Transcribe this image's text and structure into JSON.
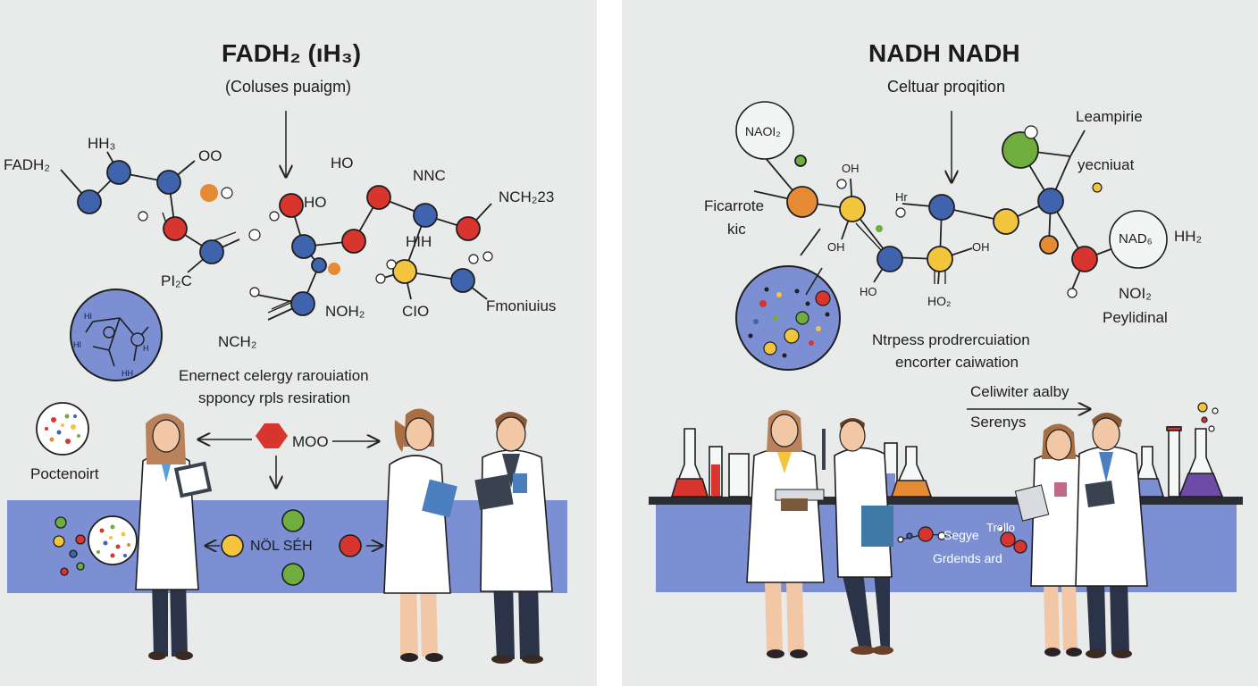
{
  "left": {
    "title": "FADH₂ (ıH₃)",
    "subtitle": "(Coluses puaigm)",
    "labels": {
      "fadh2": "FADH₂",
      "hh3": "HH₃",
      "oo": "OO",
      "ho_top": "HO",
      "ho_mid": "HO",
      "nnc": "NNC",
      "nch23": "NCH₂23",
      "hih": "HIH",
      "pi2c": "PI₂C",
      "cio": "CIO",
      "fmoniuius": "Fmoniuius",
      "noh2": "NOH₂",
      "nch2": "NCH₂",
      "energy_line1": "Enernect celergy rarouiation",
      "energy_line2": "spponcy rpls resiration",
      "poctenoirt": "Poctenoirt",
      "moo": "MOO",
      "nol_seh": "NÖL SÉH",
      "circle_h1": "HI",
      "circle_h2": "HI",
      "circle_h3": "HH",
      "circle_h4": "H"
    }
  },
  "right": {
    "title": "NADH NADH",
    "subtitle": "Celtuar proqition",
    "labels": {
      "naoi2": "NAOI₂",
      "leampirie": "Leampirie",
      "yecniuat": "yecniuat",
      "ficarrote": "Ficarrote",
      "kic": "kic",
      "oh_top": "OH",
      "hr": "Hr",
      "oh_left": "OH",
      "oh_right": "OH",
      "ho_bottom": "HO",
      "ho2": "HO₂",
      "nads": "NAD₆",
      "hh2": "HH₂",
      "noi2": "NOI₂",
      "peylidinal": "Peylidinal",
      "ntrpess_line1": "Ntrpess prodrercuiation",
      "ntrpess_line2": "encorter caiwation",
      "celiwiter": "Celiwiter aalby",
      "serenys": "Serenys",
      "segye": "Segye",
      "trollo": "Trollo",
      "grdends": "Grdends ard"
    }
  },
  "colors": {
    "panel_bg": "#e9ebea",
    "band": "#7b8fd2",
    "atom_blue": "#3f63ad",
    "atom_red": "#d8352f",
    "atom_yellow": "#f2c53d",
    "atom_green": "#6fae3e",
    "atom_orange": "#e58a35",
    "lab_coat": "#ffffff",
    "trousers": "#2a3347"
  }
}
